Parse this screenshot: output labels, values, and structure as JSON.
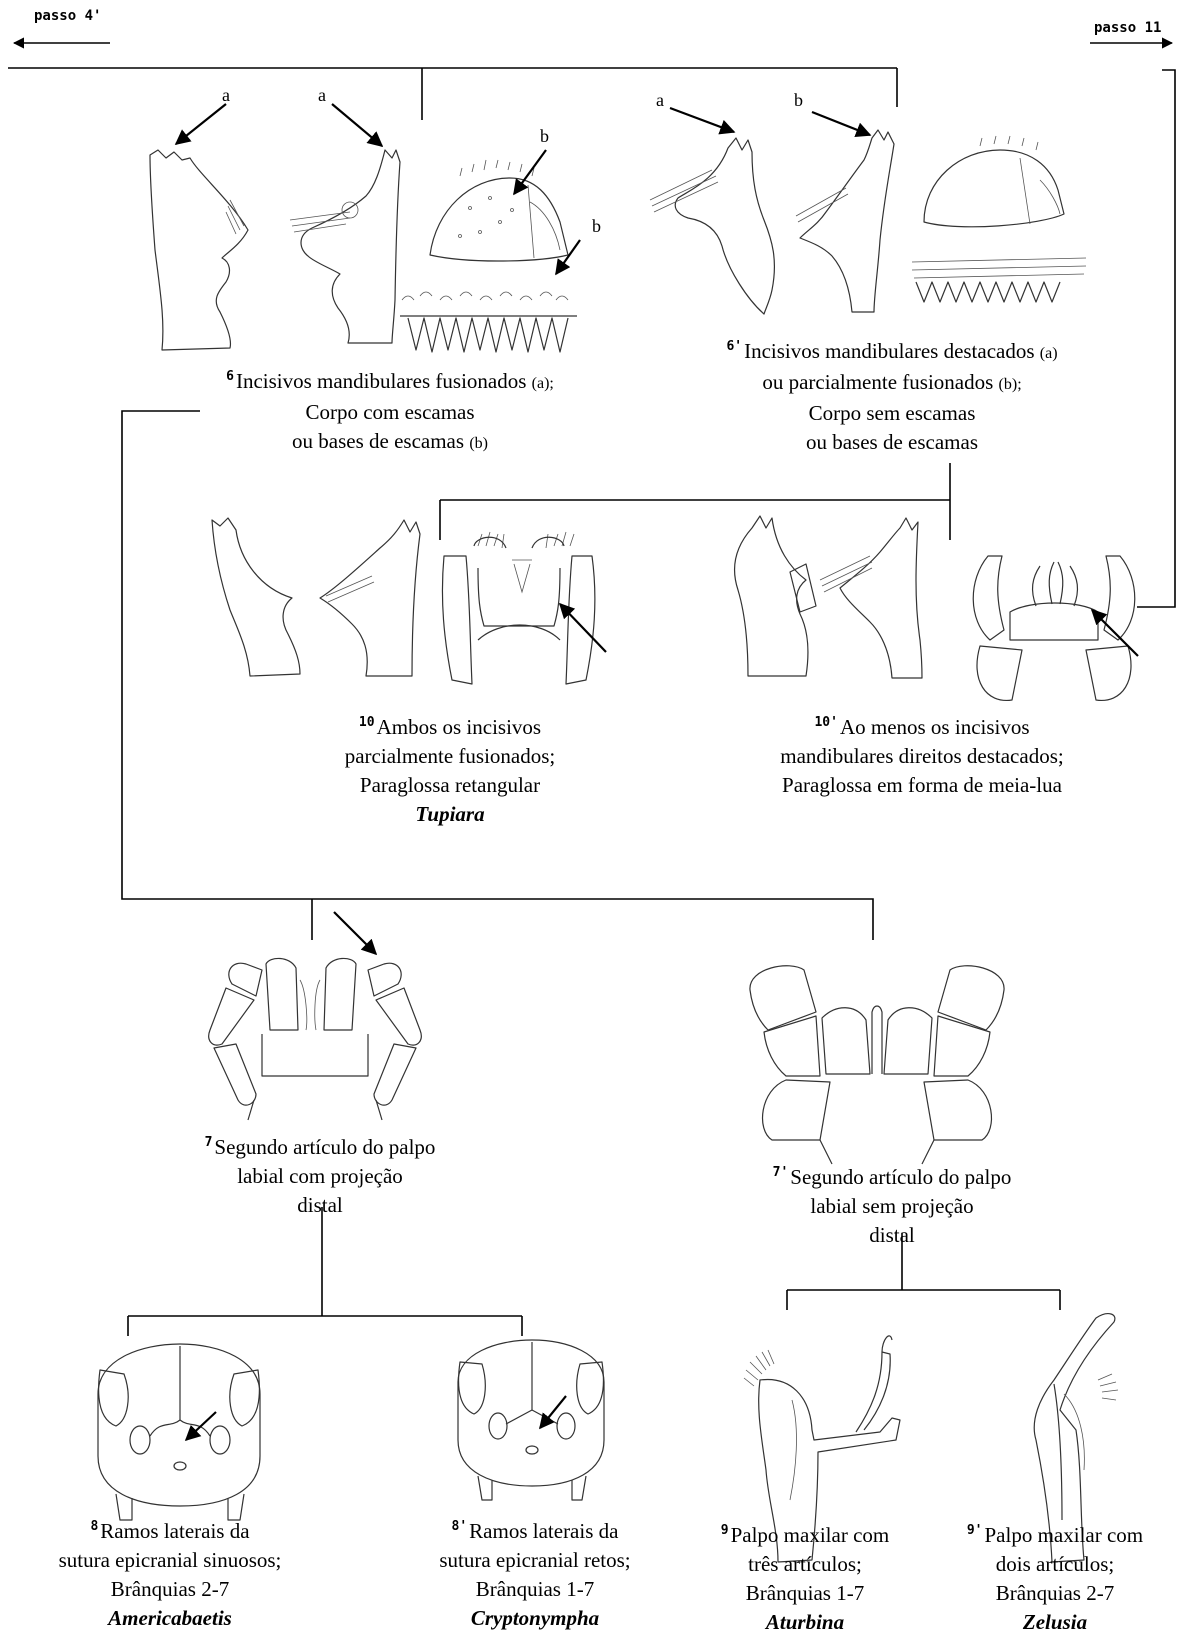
{
  "nav": {
    "back": "passo 4'",
    "forward": "passo 11"
  },
  "letters": {
    "a": "a",
    "b": "b"
  },
  "couplets": {
    "c6": {
      "num": "6",
      "l1a": "Incisivos mandibulares fusionados",
      "l1b": "(a);",
      "l2": "Corpo com escamas",
      "l3a": "ou bases de escamas",
      "l3b": "(b)"
    },
    "c6p": {
      "num": "6'",
      "l1a": "Incisivos mandibulares destacados",
      "l1b": "(a)",
      "l2a": "ou parcialmente fusionados",
      "l2b": "(b);",
      "l3": "Corpo sem escamas",
      "l4": "ou bases de escamas"
    },
    "c10": {
      "num": "10",
      "l1": "Ambos os incisivos",
      "l2": "parcialmente fusionados;",
      "l3": "Paraglossa retangular",
      "genus": "Tupiara"
    },
    "c10p": {
      "num": "10'",
      "l1": "Ao menos os incisivos",
      "l2": "mandibulares direitos destacados;",
      "l3": "Paraglossa em forma de meia-lua"
    },
    "c7": {
      "num": "7",
      "l1": "Segundo artículo do palpo",
      "l2": "labial com projeção",
      "l3": "distal"
    },
    "c7p": {
      "num": "7'",
      "l1": "Segundo artículo do palpo",
      "l2": "labial sem projeção",
      "l3": "distal"
    },
    "c8": {
      "num": "8",
      "l1": "Ramos laterais da",
      "l2": "sutura epicranial sinuosos;",
      "l3": "Brânquias 2-7",
      "genus": "Americabaetis"
    },
    "c8p": {
      "num": "8'",
      "l1": "Ramos laterais da",
      "l2": "sutura epicranial retos;",
      "l3": "Brânquias 1-7",
      "genus": "Cryptonympha"
    },
    "c9": {
      "num": "9",
      "l1": "Palpo maxilar com",
      "l2": "três artículos;",
      "l3": "Brânquias 1-7",
      "genus": "Aturbina"
    },
    "c9p": {
      "num": "9'",
      "l1": "Palpo maxilar com",
      "l2": "dois artículos;",
      "l3": "Brânquias 2-7",
      "genus": "Zelusia"
    }
  }
}
